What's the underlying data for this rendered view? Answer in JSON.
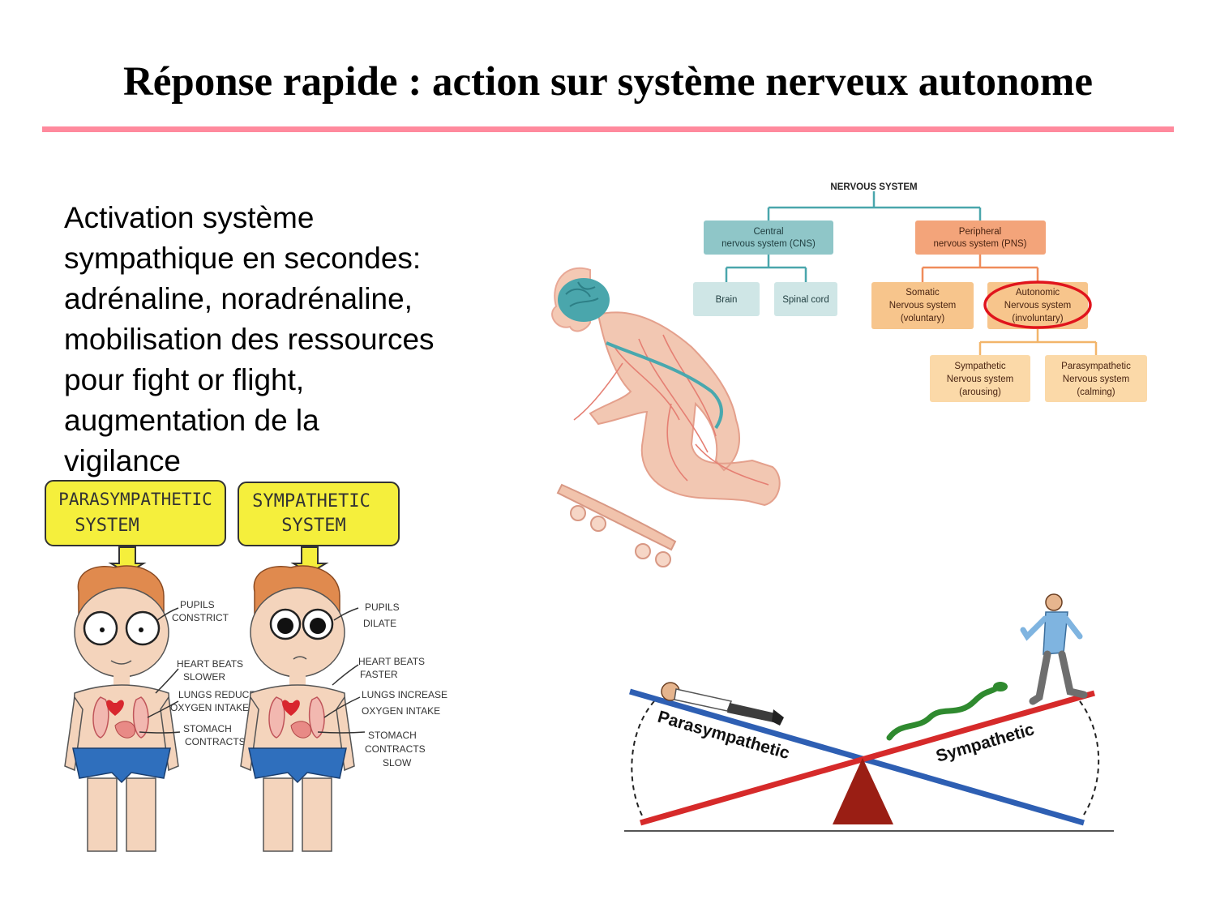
{
  "slide": {
    "title": "Réponse rapide : action sur système nerveux autonome",
    "body_lines": [
      "Activation système",
      "sympathique en secondes:",
      "adrénaline, noradrénaline,",
      "mobilisation des ressources",
      "pour fight or flight,",
      "augmentation de la",
      "vigilance"
    ],
    "colors": {
      "title_rule": "#ff8a9d",
      "cns": "#8fc6c8",
      "pns": "#f3a47a",
      "ans_light": "#fbd9a8",
      "highlight": "#e0141c"
    }
  },
  "ns_diagram": {
    "root": "NERVOUS SYSTEM",
    "central": [
      "Central",
      "nervous system (CNS)"
    ],
    "peripheral": [
      "Peripheral",
      "nervous system (PNS)"
    ],
    "brain": "Brain",
    "spinal": "Spinal cord",
    "somatic": [
      "Somatic",
      "Nervous system",
      "(voluntary)"
    ],
    "autonomic": [
      "Autonomic",
      "Nervous system",
      "(involuntary)"
    ],
    "sympathetic": [
      "Sympathetic",
      "Nervous system",
      "(arousing)"
    ],
    "parasympathetic": [
      "Parasympathetic",
      "Nervous system",
      "(calming)"
    ]
  },
  "cartoon": {
    "para_label": [
      "PARASYMPATHETIC",
      "SYSTEM"
    ],
    "symp_label": [
      "SYMPATHETIC",
      "SYSTEM"
    ],
    "para_notes": [
      [
        "PUPILS",
        "CONSTRICT"
      ],
      [
        "HEART BEATS",
        "SLOWER"
      ],
      [
        "LUNGS REDUCE",
        "OXYGEN INTAKE"
      ],
      [
        "STOMACH",
        "CONTRACTS"
      ]
    ],
    "symp_notes": [
      [
        "PUPILS",
        "DILATE"
      ],
      [
        "HEART BEATS",
        "FASTER"
      ],
      [
        "LUNGS INCREASE",
        "OXYGEN INTAKE"
      ],
      [
        "STOMACH",
        "CONTRACTS",
        "SLOW"
      ]
    ]
  },
  "seesaw": {
    "left": "Parasympathetic",
    "right": "Sympathetic"
  },
  "icons": [
    "brain-icon",
    "skateboarder-figure",
    "seesaw-fulcrum",
    "snake-figure",
    "running-man-figure",
    "lying-man-figure"
  ]
}
